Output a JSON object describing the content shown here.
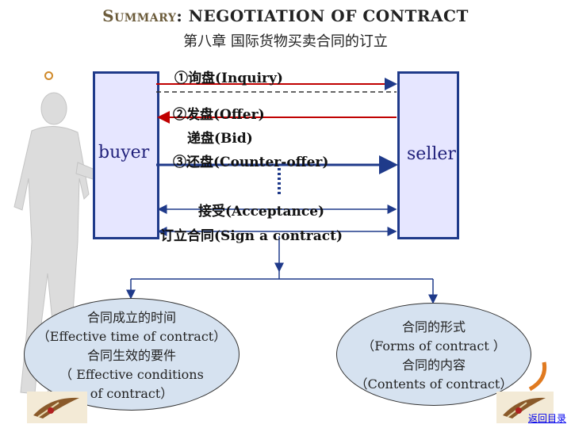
{
  "title": {
    "lead_letter": "S",
    "lead_rest": "UMMARY",
    "colon": ":",
    "main": " NEGOTIATION OF CONTRACT",
    "subtitle": "第八章  国际货物买卖合同的订立"
  },
  "parties": {
    "buyer": "buyer",
    "seller": "seller"
  },
  "steps": {
    "inquiry": "①询盘(Inquiry)",
    "offer": "②发盘(Offer)",
    "bid": "递盘(Bid)",
    "counter_offer": "③还盘(Counter-offer)",
    "acceptance": "接受(Acceptance)",
    "sign": "订立合同(Sign a contract)"
  },
  "left_topic": {
    "line1": "合同成立的时间",
    "line2": "（Effective time of contract）",
    "line3": "合同生效的要件",
    "line4": "（ Effective conditions",
    "line5": "of contract）"
  },
  "right_topic": {
    "line1": "合同的形式",
    "line2": "（Forms of contract  ）",
    "line3": "合同的内容",
    "line4": "（Contents of contract）"
  },
  "nav": {
    "back": "返回目录"
  },
  "colors": {
    "box_border": "#1f3a8a",
    "box_fill": "#e6e6ff",
    "arrow": "#c00000",
    "blue_arrow": "#1f3a8a",
    "bullet": "#d08a2a"
  },
  "icons": [
    "businessman-figure-icon",
    "quill-pen-icon",
    "bullet-circle-icon"
  ]
}
